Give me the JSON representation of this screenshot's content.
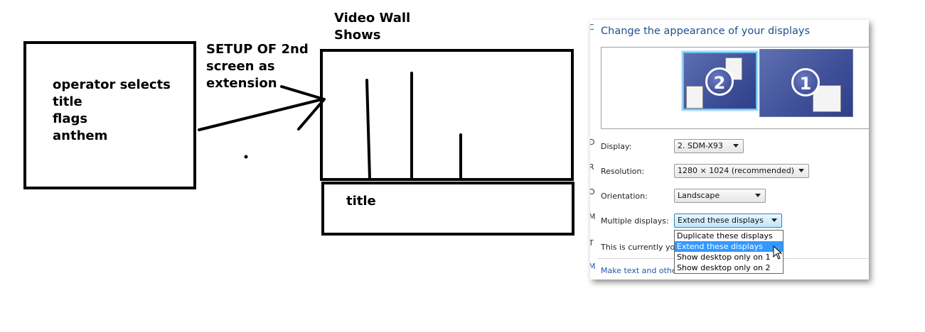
{
  "sketch": {
    "operator_lines": [
      "operator selects",
      "title",
      "flags",
      "anthem"
    ],
    "setup_lines": [
      "SETUP OF 2nd",
      "screen as",
      "extension"
    ],
    "videowall_lines": [
      "Video Wall",
      "Shows"
    ],
    "title_label": "title"
  },
  "dialog": {
    "title": "Change the appearance of your displays",
    "clipped_left": [
      "C",
      "D",
      "R",
      "O",
      "M",
      "T",
      "M"
    ],
    "monitors": [
      {
        "number": "2",
        "selected": true
      },
      {
        "number": "1",
        "selected": false
      }
    ],
    "display": {
      "label": "Display:",
      "value": "2. SDM-X93"
    },
    "resolution": {
      "label": "Resolution:",
      "value": "1280 × 1024 (recommended)"
    },
    "orientation": {
      "label": "Orientation:",
      "value": "Landscape"
    },
    "multiple": {
      "label": "Multiple displays:",
      "value": "Extend these displays",
      "options": [
        "Duplicate these displays",
        "Extend these displays",
        "Show desktop only on 1",
        "Show desktop only on 2"
      ],
      "highlighted_index": 1
    },
    "info_text": "This is currently you",
    "link_text": "Make text and other"
  }
}
